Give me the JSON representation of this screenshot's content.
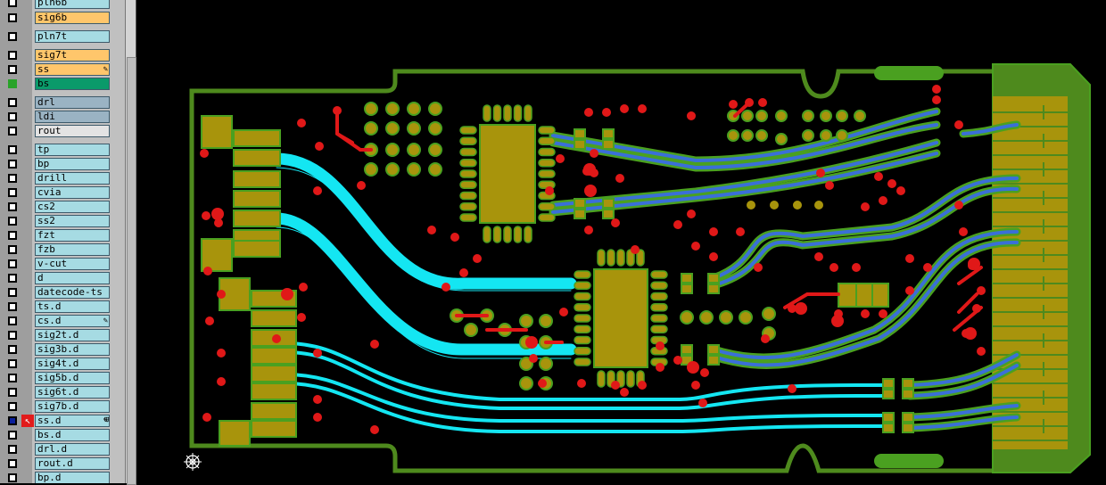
{
  "layers": [
    {
      "name": "pln6b",
      "color": "#a6dbe3",
      "checked": false
    },
    {
      "name": "sig6b",
      "color": "#ffc66b",
      "checked": false
    },
    {
      "name": "pln7t",
      "color": "#a6dbe3",
      "checked": false
    },
    {
      "name": "sig7t",
      "color": "#ffc66b",
      "checked": false
    },
    {
      "name": "ss",
      "color": "#ffc66b",
      "checked": false,
      "flag": "pencil"
    },
    {
      "name": "bs",
      "color": "#0a9a6a",
      "checked": false,
      "pin": true
    },
    {
      "name": "drl",
      "color": "#9ab3c3",
      "checked": false
    },
    {
      "name": "ldi",
      "color": "#9ab3c3",
      "checked": false
    },
    {
      "name": "rout",
      "color": "#e3e3e3",
      "checked": false
    },
    {
      "name": "tp",
      "color": "#a6dbe3",
      "checked": false
    },
    {
      "name": "bp",
      "color": "#a6dbe3",
      "checked": false
    },
    {
      "name": "drill",
      "color": "#a6dbe3",
      "checked": false
    },
    {
      "name": "cvia",
      "color": "#a6dbe3",
      "checked": false
    },
    {
      "name": "cs2",
      "color": "#a6dbe3",
      "checked": false
    },
    {
      "name": "ss2",
      "color": "#a6dbe3",
      "checked": false
    },
    {
      "name": "fzt",
      "color": "#a6dbe3",
      "checked": false
    },
    {
      "name": "fzb",
      "color": "#a6dbe3",
      "checked": false
    },
    {
      "name": "v-cut",
      "color": "#a6dbe3",
      "checked": false
    },
    {
      "name": "d",
      "color": "#a6dbe3",
      "checked": false
    },
    {
      "name": "datecode-ts",
      "color": "#a6dbe3",
      "checked": false
    },
    {
      "name": "ts.d",
      "color": "#a6dbe3",
      "checked": false
    },
    {
      "name": "cs.d",
      "color": "#a6dbe3",
      "checked": false,
      "flag": "pencil"
    },
    {
      "name": "sig2t.d",
      "color": "#a6dbe3",
      "checked": false
    },
    {
      "name": "sig3b.d",
      "color": "#a6dbe3",
      "checked": false
    },
    {
      "name": "sig4t.d",
      "color": "#a6dbe3",
      "checked": false
    },
    {
      "name": "sig5b.d",
      "color": "#a6dbe3",
      "checked": false
    },
    {
      "name": "sig6t.d",
      "color": "#a6dbe3",
      "checked": false
    },
    {
      "name": "sig7b.d",
      "color": "#a6dbe3",
      "checked": false
    },
    {
      "name": "ss.d",
      "color": "#a6dbe3",
      "checked": true,
      "arrow": true,
      "flag": "pencil",
      "flag2": "grid"
    },
    {
      "name": "bs.d",
      "color": "#a6dbe3",
      "checked": false
    },
    {
      "name": "drl.d",
      "color": "#a6dbe3",
      "checked": false
    },
    {
      "name": "rout.d",
      "color": "#a6dbe3",
      "checked": false
    },
    {
      "name": "bp.d",
      "color": "#a6dbe3",
      "checked": false
    }
  ],
  "board": {
    "outline_color": "#4e8a1d",
    "pad_color": "#a8940c",
    "pad_outline": "#4aa020",
    "trace_cyan": "#14e6f2",
    "trace_blue": "#3a6fd8",
    "trace_green": "#4aa020",
    "via_red": "#e01818"
  },
  "icons": {
    "origin": "origin-crosshair-icon",
    "pencil": "pencil-icon",
    "grid": "grid-icon"
  }
}
